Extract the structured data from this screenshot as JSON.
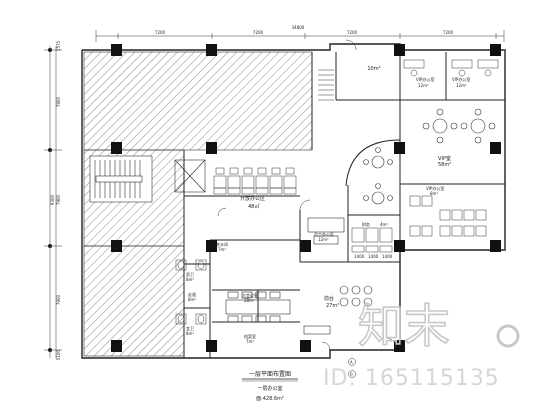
{
  "dimensions": {
    "top": [
      "7200",
      "7200",
      "34800",
      "7200",
      "7200"
    ],
    "left": [
      "1575",
      "7900",
      "9300",
      "7900",
      "7900",
      "5100"
    ]
  },
  "rooms": {
    "open_office": {
      "name": "开放办公区",
      "area": "48㎡"
    },
    "it_room": {
      "name": "10m²"
    },
    "vip_office_1": {
      "name": "VIP办公室",
      "area": "12m²"
    },
    "vip_office_2": {
      "name": "VIP办公室",
      "area": "12m²"
    },
    "vip_lounge": {
      "name": "VIP室",
      "area": "58m²"
    },
    "vip_office_3": {
      "name": "VIP办公室",
      "area": "8m²"
    },
    "finance": {
      "name": "财务",
      "area": "4m²"
    },
    "staff_office": {
      "name": "员工办公区",
      "area": "12m²"
    },
    "reception": {
      "name": "前台",
      "area": "27m²"
    },
    "pantry": {
      "name": "茶水间",
      "area": "7m²"
    },
    "corridor": {
      "name": "走道",
      "area": "8m²"
    },
    "meeting": {
      "name": "大会议室",
      "area": "28m²"
    },
    "mens_wc": {
      "name": "男卫",
      "area": "8m²"
    },
    "womens_wc": {
      "name": "女卫",
      "area": "8m²"
    },
    "archive": {
      "name": "档案室",
      "area": "7m²"
    }
  },
  "small_dims": [
    "1400",
    "1400",
    "1400"
  ],
  "drawing_title": "一层平面布置图",
  "subtitle": "一层办公室",
  "area_label": "面:428.6m²",
  "axis_a": "A",
  "axis_b": "B",
  "watermark": {
    "logo": "知末",
    "id": "ID: 165115135"
  }
}
